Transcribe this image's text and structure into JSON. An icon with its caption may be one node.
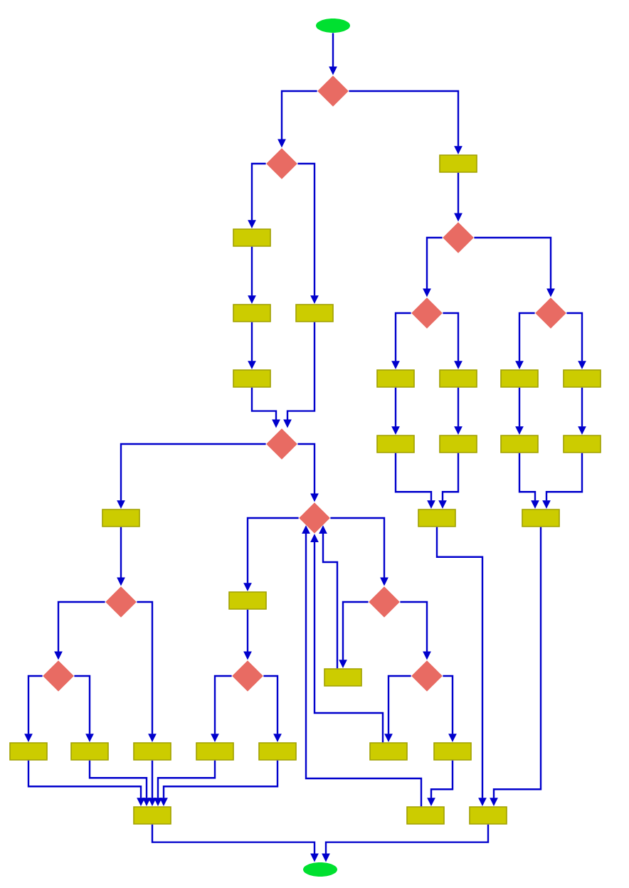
{
  "diagram": {
    "nodes": [
      {
        "text": [],
        "shape": "ellipse"
      },
      {
        "text": [],
        "shape": "diamond"
      },
      {
        "text": [],
        "shape": "diamond"
      },
      {
        "text": [],
        "shape": "box"
      },
      {
        "text": [],
        "shape": "box"
      },
      {
        "text": [],
        "shape": "diamond"
      },
      {
        "text": [],
        "shape": "box"
      },
      {
        "text": [],
        "shape": "box"
      },
      {
        "text": [],
        "shape": "diamond"
      },
      {
        "text": [],
        "shape": "diamond"
      },
      {
        "text": [],
        "shape": "box"
      },
      {
        "text": [],
        "shape": "box"
      },
      {
        "text": [],
        "shape": "box"
      },
      {
        "text": [],
        "shape": "box"
      },
      {
        "text": [],
        "shape": "box"
      },
      {
        "text": [],
        "shape": "diamond"
      },
      {
        "text": [],
        "shape": "box"
      },
      {
        "text": [],
        "shape": "box"
      },
      {
        "text": [],
        "shape": "box"
      },
      {
        "text": [],
        "shape": "box"
      },
      {
        "text": [],
        "shape": "box"
      },
      {
        "text": [],
        "shape": "diamond"
      },
      {
        "text": [],
        "shape": "box"
      },
      {
        "text": [],
        "shape": "box"
      },
      {
        "text": [],
        "shape": "box"
      },
      {
        "text": [],
        "shape": "diamond"
      },
      {
        "text": [],
        "shape": "diamond"
      },
      {
        "text": [],
        "shape": "diamond"
      },
      {
        "text": [],
        "shape": "diamond"
      },
      {
        "text": [],
        "shape": "box"
      },
      {
        "text": [],
        "shape": "diamond"
      },
      {
        "text": [],
        "shape": "box"
      },
      {
        "text": [],
        "shape": "box"
      },
      {
        "text": [],
        "shape": "box"
      },
      {
        "text": [],
        "shape": "box"
      },
      {
        "text": [],
        "shape": "box"
      },
      {
        "text": [],
        "shape": "box"
      },
      {
        "text": [],
        "shape": "box"
      },
      {
        "text": [],
        "shape": "box"
      },
      {
        "text": [],
        "shape": "box"
      },
      {
        "text": [],
        "shape": "box"
      },
      {
        "text": [],
        "shape": "ellipse"
      }
    ],
    "edges": [
      {
        "from": 0,
        "to": 1,
        "arrow": "to"
      },
      {
        "from": 1,
        "to": 2,
        "arrow": "to"
      },
      {
        "from": 1,
        "to": 3,
        "arrow": "to"
      },
      {
        "from": 2,
        "to": 4,
        "arrow": "to"
      },
      {
        "from": 2,
        "to": 7,
        "arrow": "to"
      },
      {
        "from": 3,
        "to": 5,
        "arrow": "to"
      },
      {
        "from": 4,
        "to": 6,
        "arrow": "to"
      },
      {
        "from": 5,
        "to": 8,
        "arrow": "to"
      },
      {
        "from": 5,
        "to": 9,
        "arrow": "to"
      },
      {
        "from": 6,
        "to": 10,
        "arrow": "to"
      },
      {
        "from": 7,
        "to": 15,
        "arrow": "to"
      },
      {
        "from": 10,
        "to": 15,
        "arrow": "to"
      },
      {
        "from": 8,
        "to": 11,
        "arrow": "to"
      },
      {
        "from": 8,
        "to": 12,
        "arrow": "to"
      },
      {
        "from": 9,
        "to": 13,
        "arrow": "to"
      },
      {
        "from": 9,
        "to": 14,
        "arrow": "to"
      },
      {
        "from": 11,
        "to": 16,
        "arrow": "to"
      },
      {
        "from": 12,
        "to": 17,
        "arrow": "to"
      },
      {
        "from": 13,
        "to": 18,
        "arrow": "to"
      },
      {
        "from": 14,
        "to": 19,
        "arrow": "to"
      },
      {
        "from": 15,
        "to": 20,
        "arrow": "to"
      },
      {
        "from": 15,
        "to": 21,
        "arrow": "to"
      },
      {
        "from": 16,
        "to": 22,
        "arrow": "to"
      },
      {
        "from": 17,
        "to": 22,
        "arrow": "to"
      },
      {
        "from": 18,
        "to": 23,
        "arrow": "to"
      },
      {
        "from": 19,
        "to": 23,
        "arrow": "to"
      },
      {
        "from": 20,
        "to": 25,
        "arrow": "to"
      },
      {
        "from": 21,
        "to": 24,
        "arrow": "to"
      },
      {
        "from": 21,
        "to": 26,
        "arrow": "to"
      },
      {
        "from": 24,
        "to": 28,
        "arrow": "to"
      },
      {
        "from": 25,
        "to": 27,
        "arrow": "to"
      },
      {
        "from": 25,
        "to": 33,
        "arrow": "to"
      },
      {
        "from": 27,
        "to": 31,
        "arrow": "to"
      },
      {
        "from": 27,
        "to": 32,
        "arrow": "to"
      },
      {
        "from": 28,
        "to": 34,
        "arrow": "to"
      },
      {
        "from": 28,
        "to": 35,
        "arrow": "to"
      },
      {
        "from": 26,
        "to": 29,
        "arrow": "to"
      },
      {
        "from": 26,
        "to": 30,
        "arrow": "to"
      },
      {
        "from": 29,
        "to": 21,
        "arrow": "to"
      },
      {
        "from": 36,
        "to": 21,
        "arrow": "to"
      },
      {
        "from": 39,
        "to": 21,
        "arrow": "to"
      },
      {
        "from": 37,
        "to": 39,
        "arrow": "to"
      },
      {
        "from": 22,
        "to": 40,
        "arrow": "to"
      },
      {
        "from": 23,
        "to": 40,
        "arrow": "to"
      },
      {
        "from": 31,
        "to": 38,
        "arrow": "to"
      },
      {
        "from": 32,
        "to": 38,
        "arrow": "to"
      },
      {
        "from": 33,
        "to": 38,
        "arrow": "to"
      },
      {
        "from": 34,
        "to": 38,
        "arrow": "to"
      },
      {
        "from": 35,
        "to": 38,
        "arrow": "to"
      },
      {
        "from": 38,
        "to": 41,
        "arrow": "to"
      },
      {
        "from": 40,
        "to": 41,
        "arrow": "to"
      },
      {
        "from": 30,
        "to": 36,
        "arrow": "to"
      },
      {
        "from": 30,
        "to": 37,
        "arrow": "to"
      }
    ]
  }
}
